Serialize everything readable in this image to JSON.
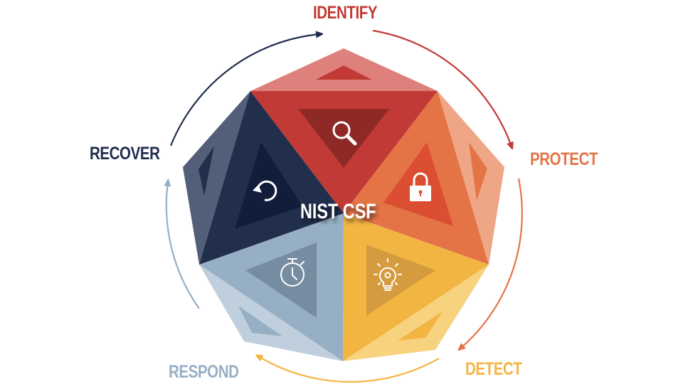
{
  "diagram": {
    "title": "NIST CSF",
    "functions": [
      {
        "id": "identify",
        "label": "IDENTIFY",
        "icon": "magnifier-icon",
        "color": "#c23a36",
        "light": "#de807b",
        "dark": "#8f2926"
      },
      {
        "id": "protect",
        "label": "PROTECT",
        "icon": "padlock-icon",
        "color": "#e47446",
        "light": "#eea687",
        "dark": "#dc4e32"
      },
      {
        "id": "detect",
        "label": "DETECT",
        "icon": "lightbulb-gear-icon",
        "color": "#f3b542",
        "light": "#f7d27f",
        "dark": "#d49b3f"
      },
      {
        "id": "respond",
        "label": "RESPOND",
        "icon": "stopwatch-icon",
        "color": "#97afc5",
        "light": "#c0cfdd",
        "dark": "#758ca1"
      },
      {
        "id": "recover",
        "label": "RECOVER",
        "icon": "rotate-arrow-icon",
        "color": "#212e4c",
        "light": "#535f79",
        "dark": "#111d3b"
      }
    ],
    "cycle_direction": "clockwise"
  }
}
